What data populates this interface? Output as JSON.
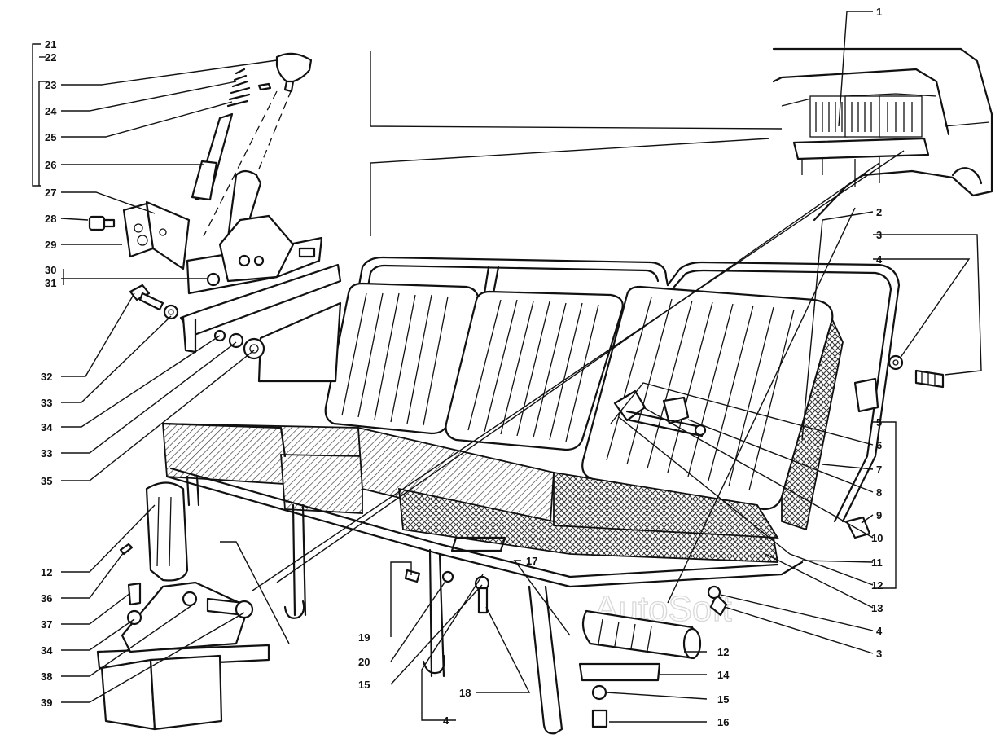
{
  "watermark": "AutoSoft",
  "callouts": {
    "c1": "1",
    "c2": "2",
    "c3a": "3",
    "c3b": "3",
    "c4a": "4",
    "c4b": "4",
    "c4c": "4",
    "c5": "5",
    "c6": "6",
    "c7": "7",
    "c8": "8",
    "c9": "9",
    "c10": "10",
    "c11": "11",
    "c12a": "12",
    "c12b": "12",
    "c12c": "12",
    "c13": "13",
    "c14": "14",
    "c15a": "15",
    "c15b": "15",
    "c16": "16",
    "c17": "17",
    "c18": "18",
    "c19": "19",
    "c20": "20",
    "c21": "21",
    "c22": "22",
    "c23": "23",
    "c24": "24",
    "c25": "25",
    "c26": "26",
    "c27": "27",
    "c28": "28",
    "c29": "29",
    "c30": "30",
    "c31": "31",
    "c32": "32",
    "c33a": "33",
    "c33b": "33",
    "c34a": "34",
    "c34b": "34",
    "c35": "35",
    "c36": "36",
    "c37": "37",
    "c38": "38",
    "c39": "39"
  }
}
